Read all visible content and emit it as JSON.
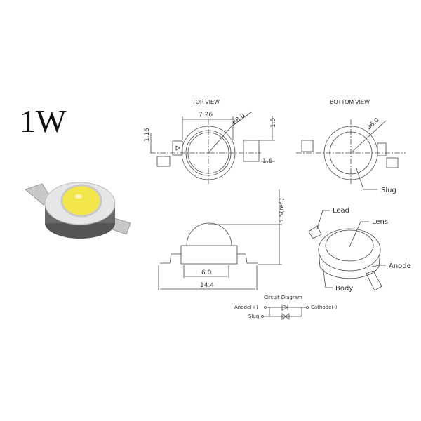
{
  "title": "1W",
  "top_view": {
    "header": "TOP VIEW",
    "dims": {
      "width": "7.26",
      "diameter": "ø8.0",
      "left_h": "1.15",
      "right_h": "1.5",
      "lead": "1.6"
    }
  },
  "bottom_view": {
    "header": "BOTTOM VIEW",
    "dims": {
      "diameter": "ø6.0"
    },
    "callout": "Slug"
  },
  "side_view": {
    "dims": {
      "height": "5.5(ref.)",
      "inner": "6.0",
      "overall": "14.4"
    }
  },
  "iso_view": {
    "callouts": {
      "lead": "Lead",
      "lens": "Lens",
      "anode": "Anode",
      "body": "Body"
    }
  },
  "circuit": {
    "title": "Circuit Diagram",
    "anode": "Anode(+)",
    "slug": "Slug",
    "cathode": "Cathode(-)"
  }
}
